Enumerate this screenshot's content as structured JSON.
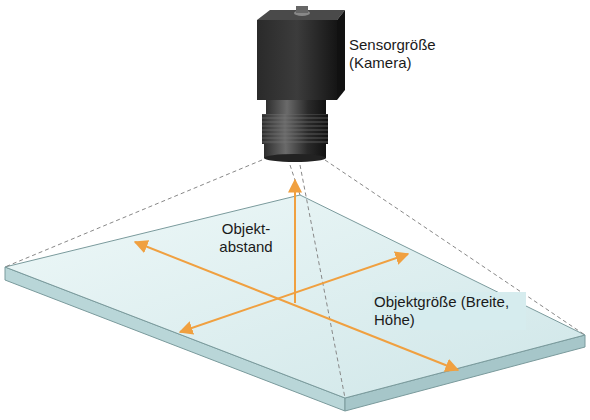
{
  "diagram": {
    "labels": [
      "Sensorgröße (Kamera)",
      "Objekt- abstand",
      "Objektgröße (Breite, Höhe)"
    ]
  }
}
